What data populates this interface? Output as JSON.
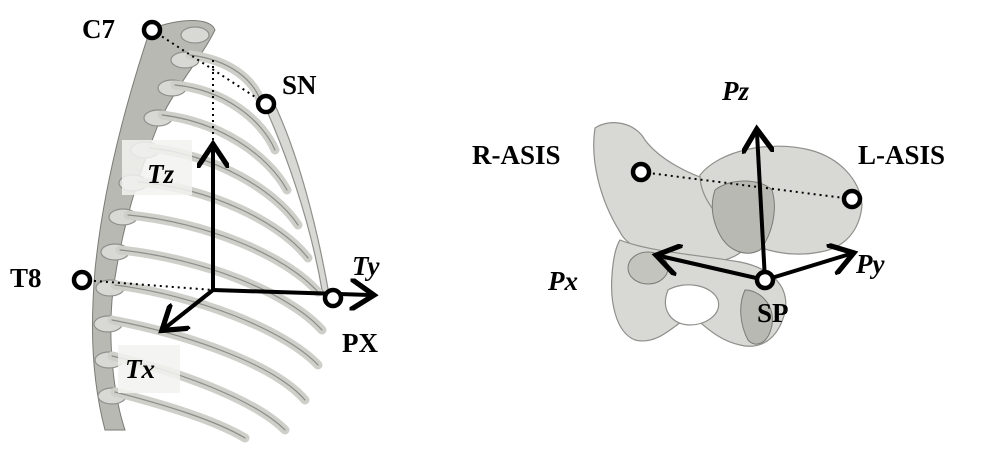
{
  "thorax": {
    "labels": {
      "c7": "C7",
      "sn": "SN",
      "t8": "T8",
      "px": "PX"
    },
    "axes": {
      "x": "Tx",
      "y": "Ty",
      "z": "Tz"
    }
  },
  "pelvis": {
    "labels": {
      "r_asis": "R-ASIS",
      "l_asis": "L-ASIS",
      "sp": "SP"
    },
    "axes": {
      "x": "Px",
      "y": "Py",
      "z": "Pz"
    }
  }
}
